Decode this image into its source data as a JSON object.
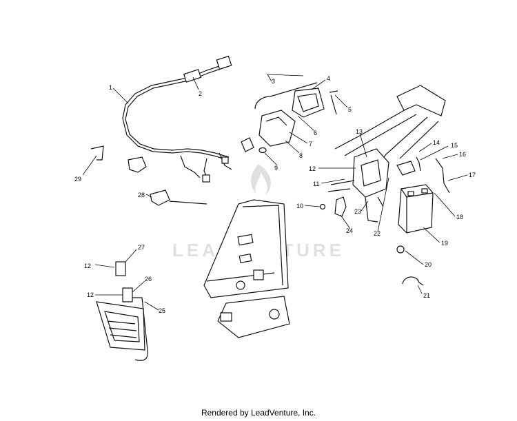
{
  "diagram": {
    "callouts": [
      "1",
      "2",
      "3",
      "4",
      "5",
      "6",
      "7",
      "8",
      "9",
      "10",
      "11",
      "12",
      "13",
      "14",
      "15",
      "16",
      "17",
      "18",
      "19",
      "20",
      "21",
      "22",
      "23",
      "24",
      "25",
      "26",
      "27",
      "28",
      "29"
    ],
    "watermark_text": "LEADVENTURE"
  },
  "footer": {
    "text": "Rendered by LeadVenture, Inc."
  }
}
